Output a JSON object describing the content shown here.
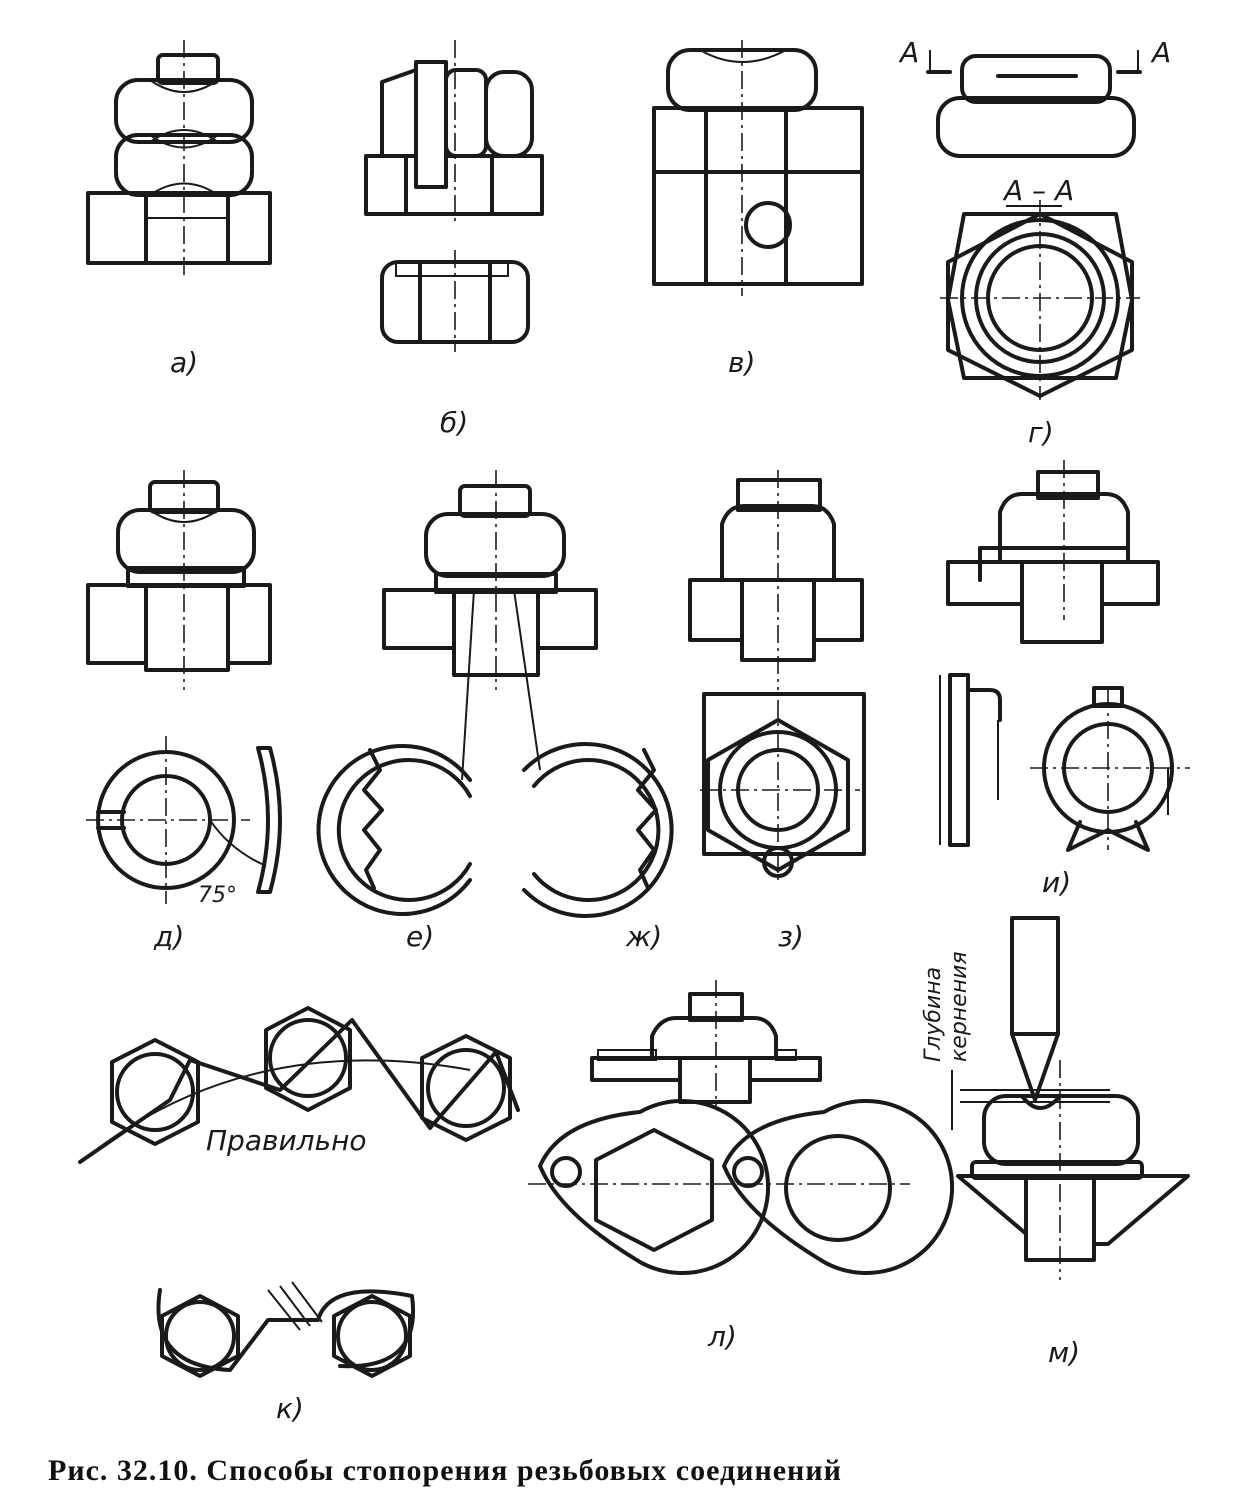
{
  "caption": "Рис. 32.10. Способы стопорения резьбовых соединений",
  "panels": {
    "a": "а)",
    "b": "б)",
    "v": "в)",
    "g": "г)",
    "d": "д)",
    "e": "е)",
    "zh": "ж)",
    "z": "з)",
    "i": "и)",
    "k": "к)",
    "l": "л)",
    "m": "м)"
  },
  "annotations": {
    "section_mark": "А",
    "section_label": "А – А",
    "angle": "75°",
    "correct": "Правильно",
    "depth_line1": "Глубина",
    "depth_line2": "кернения"
  }
}
